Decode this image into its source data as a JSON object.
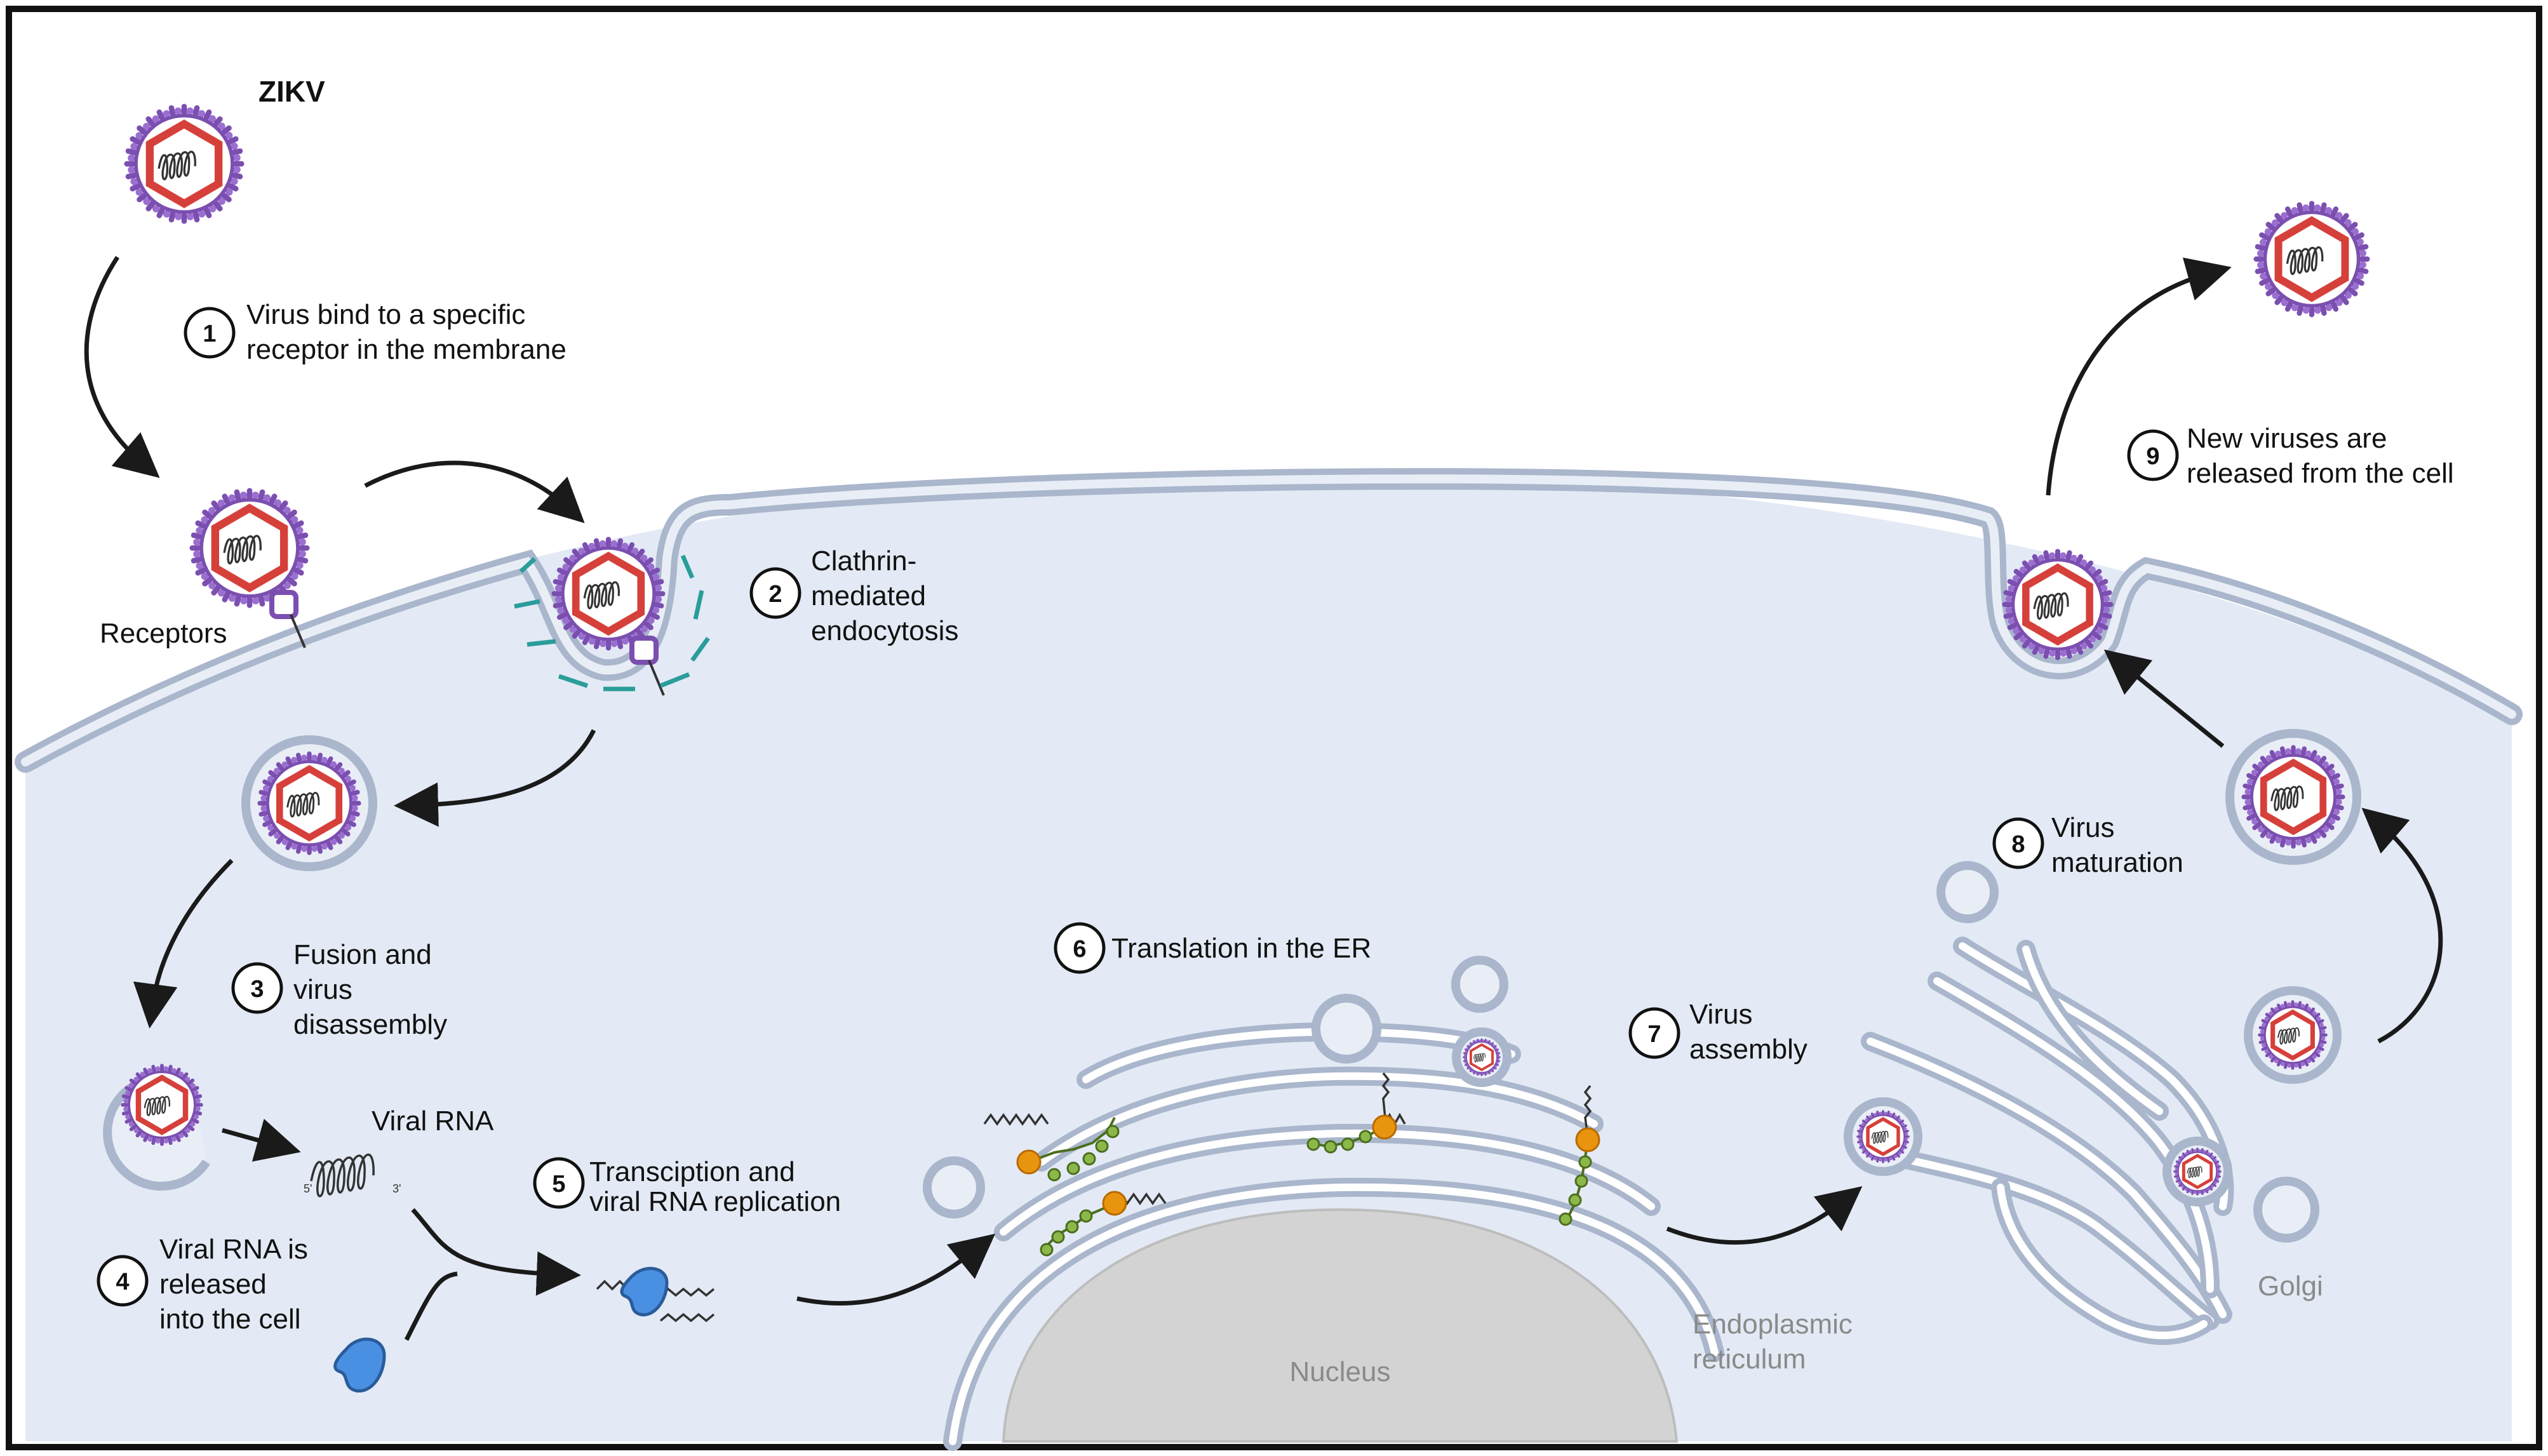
{
  "virus_label": "ZIKV",
  "labels": {
    "receptors": "Receptors",
    "viral_rna": "Viral RNA",
    "nucleus": "Nucleus",
    "er": [
      "Endoplasmic",
      "reticulum"
    ],
    "golgi": "Golgi",
    "rna_5prime": "5'",
    "rna_3prime": "3'"
  },
  "steps": [
    {
      "num": "1",
      "lines": [
        "Virus bind to a specific",
        "receptor in the membrane"
      ]
    },
    {
      "num": "2",
      "lines": [
        "Clathrin-",
        "mediated",
        "endocytosis"
      ]
    },
    {
      "num": "3",
      "lines": [
        "Fusion and",
        "virus",
        "disassembly"
      ]
    },
    {
      "num": "4",
      "lines": [
        "Viral RNA is",
        "released",
        "into the cell"
      ]
    },
    {
      "num": "5",
      "lines": [
        "Transciption and",
        "viral RNA replication"
      ]
    },
    {
      "num": "6",
      "lines": [
        "Translation in the ER"
      ]
    },
    {
      "num": "7",
      "lines": [
        "Virus",
        "assembly"
      ]
    },
    {
      "num": "8",
      "lines": [
        "Virus",
        "maturation"
      ]
    },
    {
      "num": "9",
      "lines": [
        "New viruses are",
        "released from the cell"
      ]
    }
  ],
  "colors": {
    "cytoplasm": "#e3eaf5",
    "membrane": "#a9b6cc",
    "capsid": "#d6403a",
    "envelope": "#7b4fb0",
    "clathrin": "#2a9d9a",
    "protein": "#4a90e2",
    "nucleus": "#d3d3d3",
    "ribosome": "#e8940e",
    "peptide": "#8cb84a"
  }
}
